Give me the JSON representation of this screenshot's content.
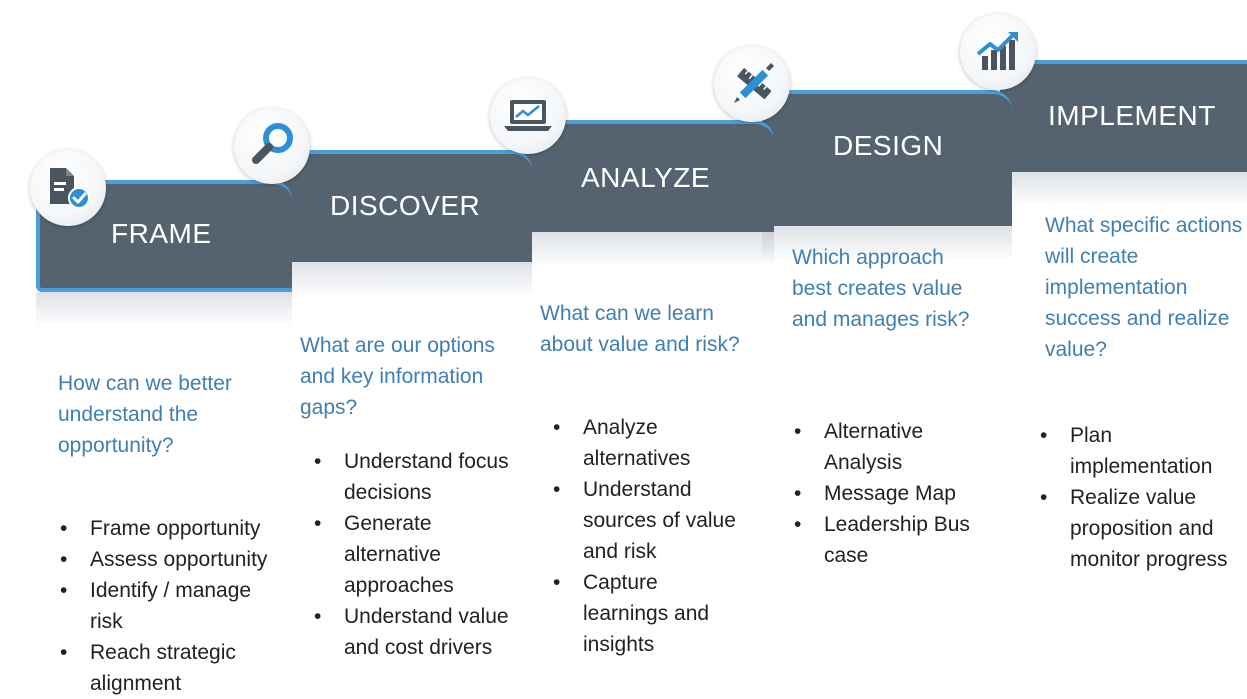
{
  "steps": [
    {
      "title": "FRAME",
      "icon": "document-check-icon",
      "question": "How can we better understand the opportunity?",
      "bullets": [
        "Frame opportunity",
        "Assess opportunity",
        "Identify / manage risk",
        "Reach strategic alignment"
      ]
    },
    {
      "title": "DISCOVER",
      "icon": "magnifier-icon",
      "question": "What are our options and key information gaps?",
      "bullets": [
        "Understand focus decisions",
        "Generate alternative approaches",
        "Understand value and cost drivers"
      ]
    },
    {
      "title": "ANALYZE",
      "icon": "laptop-chart-icon",
      "question": "What can we learn about value and risk?",
      "bullets": [
        "Analyze alternatives",
        "Understand sources of value and risk",
        "Capture learnings and insights"
      ]
    },
    {
      "title": "DESIGN",
      "icon": "pencil-ruler-icon",
      "question": "Which approach best creates value and manages risk?",
      "bullets": [
        "Alternative Analysis",
        "Message Map",
        "Leadership Bus case"
      ]
    },
    {
      "title": "IMPLEMENT",
      "icon": "growth-chart-icon",
      "question": "What specific actions will create implementation success and realize value?",
      "bullets": [
        "Plan implementation",
        "Realize value proposition and monitor progress"
      ]
    }
  ],
  "colors": {
    "block": "#556370",
    "accent": "#4a9fd8",
    "question": "#3f7fb3",
    "bullet_text": "#222222"
  }
}
